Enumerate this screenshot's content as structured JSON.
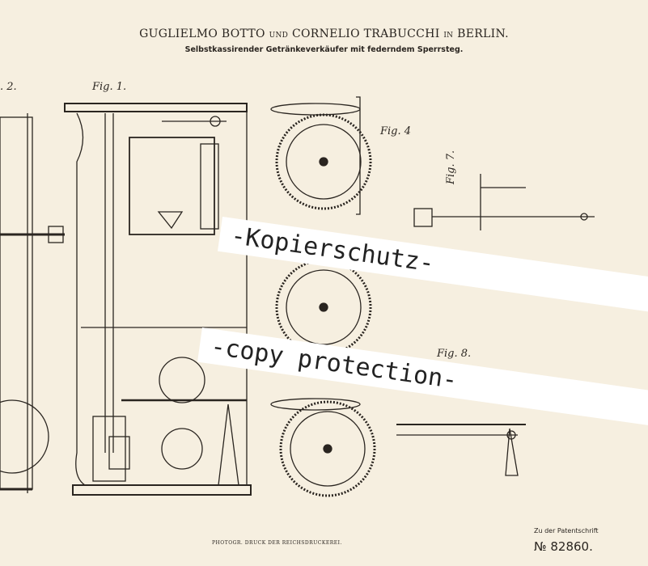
{
  "header": {
    "inventor1": "GUGLIELMO BOTTO",
    "und": "UND",
    "inventor2": "CORNELIO TRABUCCHI",
    "in": "IN",
    "city": "BERLIN.",
    "subtitle": "Selbstkassirender Getränkeverkäufer mit federndem Sperrsteg."
  },
  "figures": {
    "fig1": "Fig. 1.",
    "fig2": ". 2.",
    "fig4": "Fig. 4",
    "fig7": "Fig. 7.",
    "fig8": "Fig. 8."
  },
  "watermarks": {
    "kopierschutz": "-Kopierschutz-",
    "copy_protection": "-copy protection-"
  },
  "footer": {
    "note": "Zu der Patentschrift",
    "patent_number": "№ 82860.",
    "printer": "PHOTOGR. DRUCK DER REICHSDRUCKEREI."
  }
}
